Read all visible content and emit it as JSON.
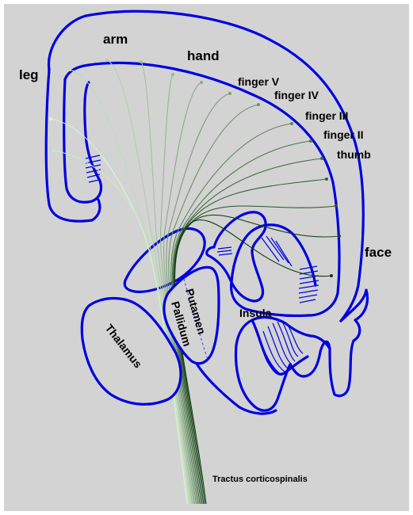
{
  "diagram": {
    "colors": {
      "background": "#d3d3d3",
      "outline": "#0000e0",
      "fiber_dark": "#0e3b0e",
      "fiber_light": "#d8f5d0"
    },
    "labels": {
      "leg": "leg",
      "arm": "arm",
      "hand": "hand",
      "finger_v": "finger V",
      "finger_iv": "finger IV",
      "finger_iii": "finger III",
      "finger_ii": "finger II",
      "thumb": "thumb",
      "face": "face",
      "insula": "Insula",
      "putamen": "Putamen",
      "pallidum": "Pallidum",
      "thalamus": "Thalamus",
      "tract": "Tractus corticospinalis"
    }
  }
}
